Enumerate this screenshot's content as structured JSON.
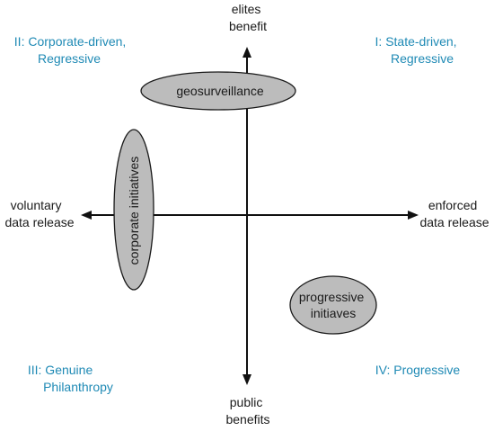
{
  "axes": {
    "top_label": [
      "elites",
      "benefit"
    ],
    "bottom_label": [
      "public",
      "benefits"
    ],
    "left_label": [
      "voluntary",
      "data release"
    ],
    "right_label": [
      "enforced",
      "data release"
    ]
  },
  "quadrants": {
    "top_left": [
      "II: Corporate-driven,",
      "Regressive"
    ],
    "top_right": [
      "I: State-driven,",
      "Regressive"
    ],
    "bottom_left": [
      "III: Genuine",
      "Philanthropy"
    ],
    "bottom_right": [
      "IV: Progressive"
    ]
  },
  "regions": {
    "geosurveillance": [
      "geosurveillance"
    ],
    "corporate_initiatives": [
      "corporate initiatives"
    ],
    "progressive_initiatives": [
      "progressive",
      "initiaves"
    ]
  },
  "colors": {
    "quadrant_label": "#1f8ab5",
    "region_fill": "#bcbcbc",
    "axis": "#111111"
  }
}
